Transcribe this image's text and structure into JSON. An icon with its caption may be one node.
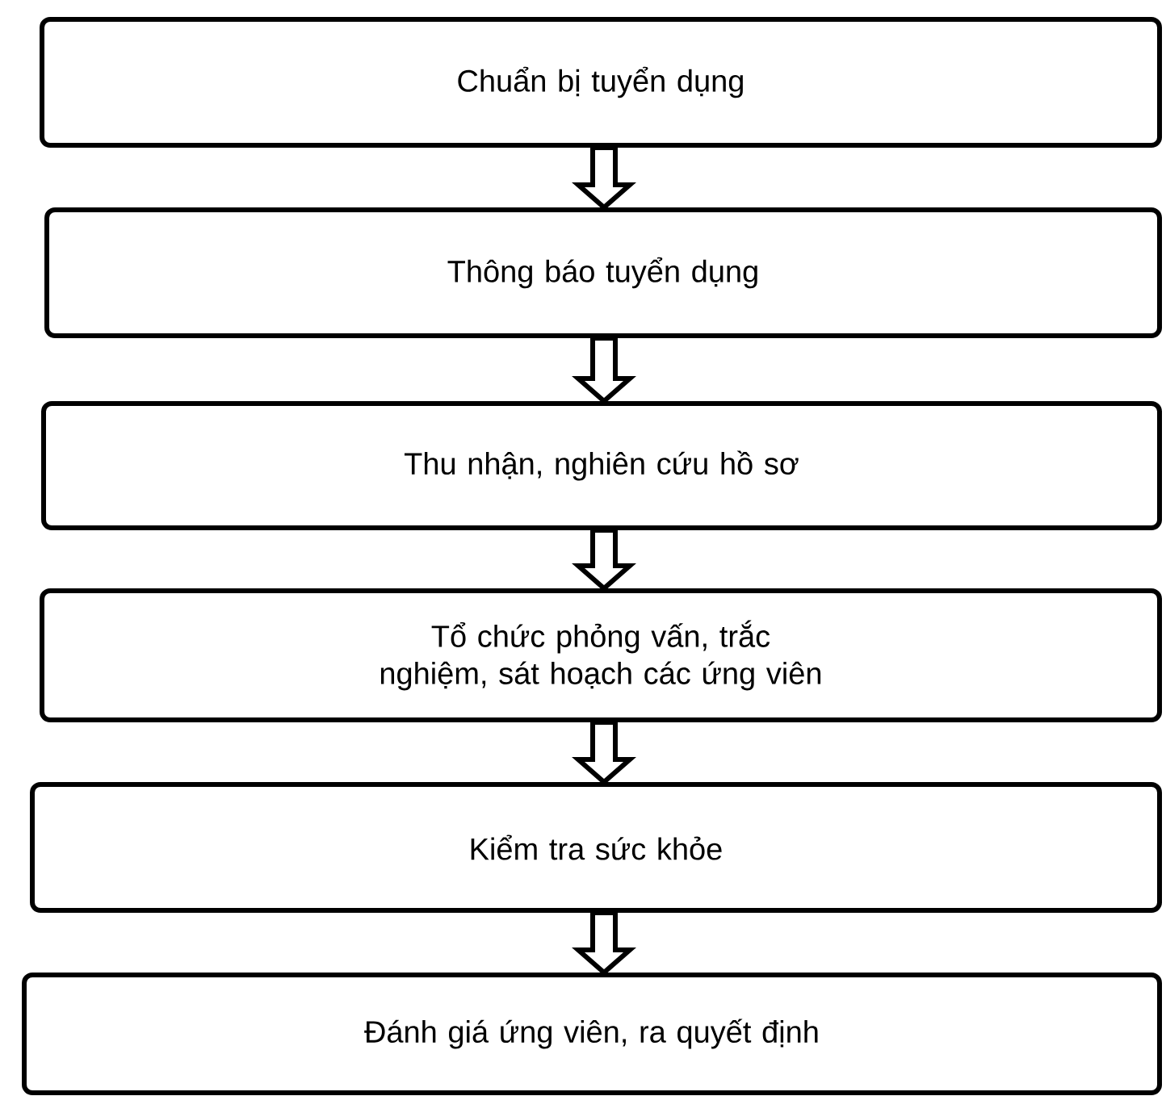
{
  "diagram": {
    "nodes": [
      {
        "text": [
          "Chuẩn bị tuyển dụng"
        ]
      },
      {
        "text": [
          "Thông báo tuyển dụng"
        ]
      },
      {
        "text": [
          "Thu nhận, nghiên cứu hồ sơ"
        ]
      },
      {
        "text": [
          "Tổ chức phỏng vấn, trắc nghiệm, sát hoạch các ứng viên"
        ]
      },
      {
        "text": [
          "Kiểm tra sức khỏe"
        ]
      },
      {
        "text": [
          "Đánh giá ứng viên, ra quyết định"
        ]
      }
    ],
    "edges": [
      {
        "from": 0,
        "to": 1,
        "arrow": "to"
      },
      {
        "from": 1,
        "to": 2,
        "arrow": "to"
      },
      {
        "from": 2,
        "to": 3,
        "arrow": "to"
      },
      {
        "from": 3,
        "to": 4,
        "arrow": "to"
      },
      {
        "from": 4,
        "to": 5,
        "arrow": "to"
      }
    ]
  }
}
